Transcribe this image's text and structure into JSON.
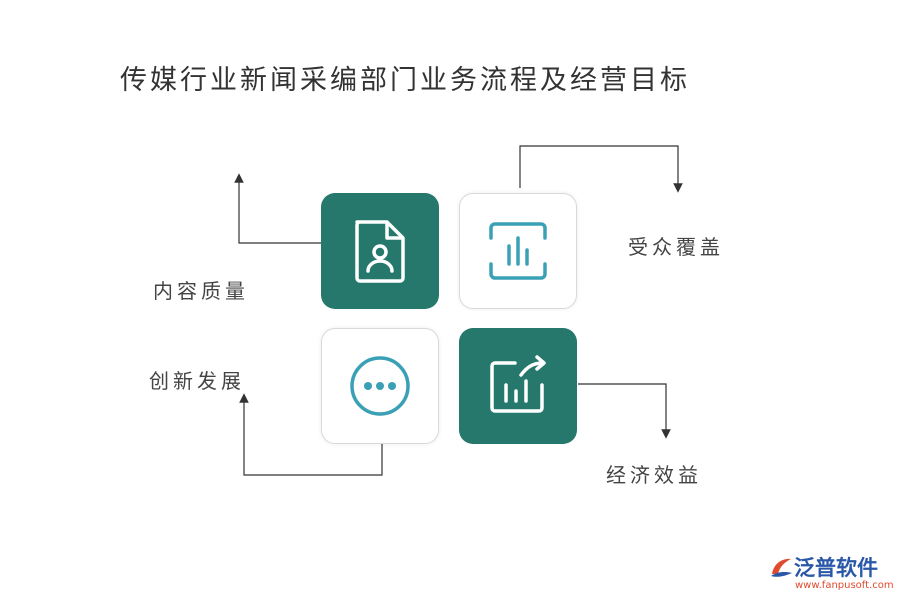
{
  "title": "传媒行业新闻采编部门业务流程及经营目标",
  "labels": {
    "content_quality": "内容质量",
    "audience_coverage": "受众覆盖",
    "innovation": "创新发展",
    "economic_benefit": "经济效益"
  },
  "colors": {
    "dark_tile": "#25786b",
    "icon_teal": "#3aa0b6",
    "line": "#333333"
  },
  "icons": {
    "content_quality": "document-user-icon",
    "audience_coverage": "bar-chart-frame-icon",
    "innovation": "more-dots-icon",
    "economic_benefit": "growth-chart-icon"
  },
  "logo": {
    "name": "泛普软件",
    "url": "www.fanpusoft.com"
  }
}
